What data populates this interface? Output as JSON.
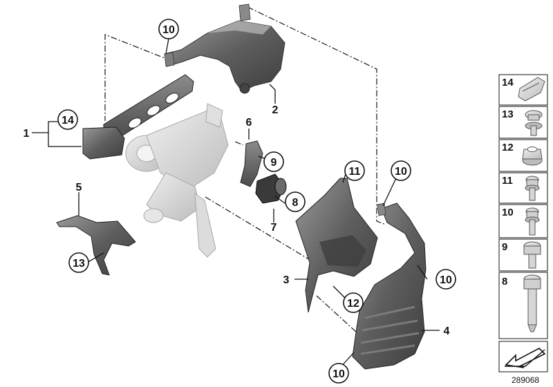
{
  "diagram": {
    "diagram_id": "289068",
    "callouts_circled": [
      "10",
      "14",
      "9",
      "8",
      "11",
      "10",
      "13",
      "10",
      "12",
      "10"
    ],
    "callouts_plain": [
      "1",
      "2",
      "3",
      "4",
      "5",
      "6",
      "7"
    ],
    "legend": [
      "14",
      "13",
      "12",
      "11",
      "10",
      "9",
      "8"
    ],
    "parts": [
      "heat-shield-turbo-upper",
      "exhaust-manifold-gasket",
      "turbocharger",
      "heat-shield-rear",
      "heat-shield-catalytic-converter",
      "heat-shield-small",
      "bracket",
      "rubber-mount"
    ],
    "icons": [
      "legend-part-14-clip",
      "legend-part-13-collar-screw",
      "legend-part-12-nut",
      "legend-part-11-bolt",
      "legend-part-10-bolt",
      "legend-part-9-hex-bolt",
      "legend-part-8-stud-bolt",
      "legend-arrow-icon"
    ],
    "colors": {
      "part": "#6b6b6b",
      "part_light": "#d8d8d8",
      "line": "#111111",
      "bg": "#ffffff"
    }
  }
}
